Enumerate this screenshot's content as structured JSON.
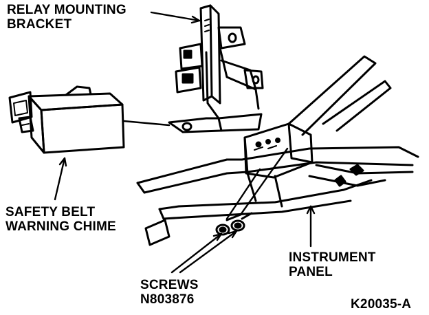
{
  "labels": {
    "relay_bracket": [
      "RELAY MOUNTING",
      "BRACKET"
    ],
    "chime": [
      "SAFETY BELT",
      "WARNING CHIME"
    ],
    "panel": [
      "INSTRUMENT",
      "PANEL"
    ],
    "screws": [
      "SCREWS",
      "N803876"
    ],
    "figure_id": "K20035-A"
  },
  "colors": {
    "ink": "#000000",
    "paper": "#ffffff"
  }
}
